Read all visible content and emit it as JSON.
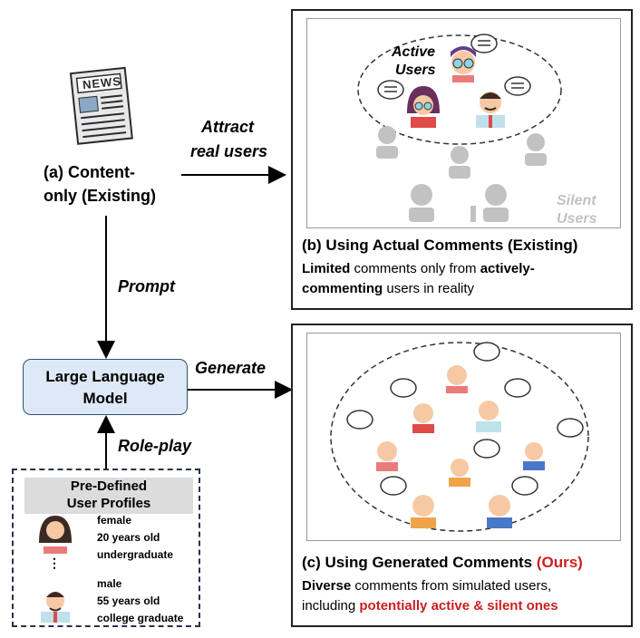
{
  "left": {
    "news_label": "NEWS",
    "content_label_line1": "(a) Content-",
    "content_label_line2": "only (Existing)",
    "prompt": "Prompt",
    "attract_line1": "Attract",
    "attract_line2": "real users",
    "generate": "Generate",
    "roleplay": "Role-play",
    "llm_line1": "Large Language",
    "llm_line2": "Model"
  },
  "profiles": {
    "title_line1": "Pre-Defined",
    "title_line2": "User Profiles",
    "user1": [
      "female",
      "20 years old",
      "undergraduate"
    ],
    "ellipsis": "⋮",
    "user2": [
      "male",
      "55 years old",
      "college graduate"
    ]
  },
  "panel_b": {
    "active_line1": "Active",
    "active_line2": "Users",
    "silent_line1": "Silent",
    "silent_line2": "Users",
    "title": "(b) Using Actual Comments (Existing)",
    "desc1_bold_a": "Limited",
    "desc1_mid": " comments only from ",
    "desc1_bold_b": "actively-",
    "desc2_bold": "commenting",
    "desc2_rest": " users in reality"
  },
  "panel_c": {
    "title_main": "(c) Using Generated Comments ",
    "title_ours": "(Ours)",
    "desc1_bold": "Diverse",
    "desc1_rest": " comments from simulated users,",
    "desc2_start": "including ",
    "desc2_red": "potentially active & silent ones"
  },
  "colors": {
    "red": "#cc1f1f",
    "llm_fill": "#dde9f6",
    "llm_border": "#33506e",
    "silent_gray": "#c2c2c2"
  }
}
